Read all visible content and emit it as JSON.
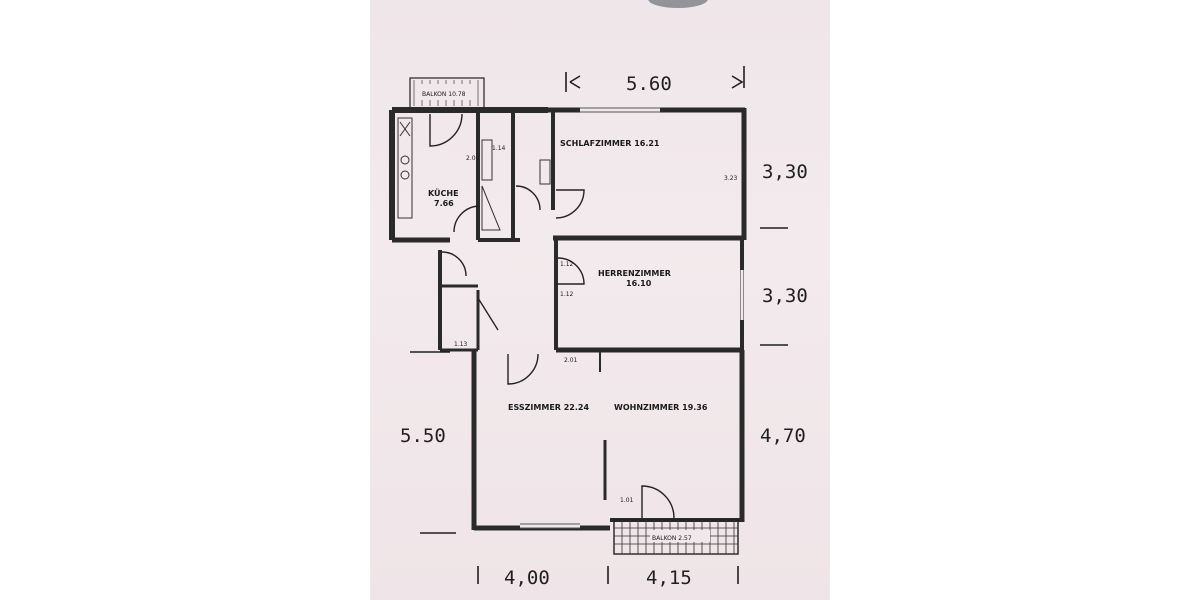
{
  "rooms": {
    "balcony_top": "BALKON 10.78",
    "kitchen": "KÜCHE",
    "kitchen_area": "7.66",
    "bedroom": "SCHLAFZIMMER 16.21",
    "study": "HERRENZIMMER",
    "study_area": "16.10",
    "dining": "ESSZIMMER 22.24",
    "living": "WOHNZIMMER 19.36",
    "balcony_bottom": "BALKON 2.57"
  },
  "dimensions": {
    "top_width": "5.60",
    "right_upper": "3,30",
    "right_middle": "3,30",
    "right_lower": "4,70",
    "left_lower": "5.50",
    "bottom_left": "4,00",
    "bottom_right": "4,15"
  },
  "small_marks": {
    "k1": "2.00",
    "k2": "1.14",
    "s1": "3.23",
    "h1": "1.12",
    "h2": "1.12",
    "h3": "2.01",
    "w1": "1.01",
    "w2": "1.13"
  },
  "colors": {
    "wall": "#2a2a2a",
    "paper": "#f1e8eb",
    "ink": "#1f1f1f"
  }
}
